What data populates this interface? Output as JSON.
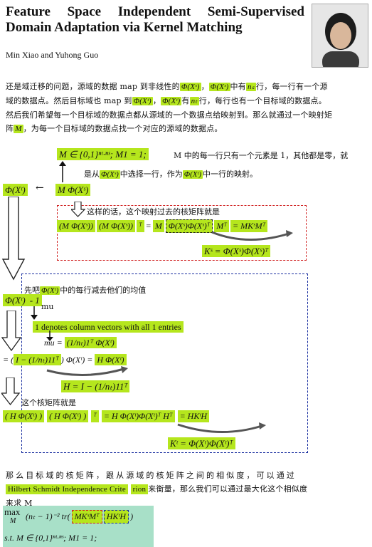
{
  "title_line1": [
    "Feature",
    "Space",
    "Independent",
    "Semi-Supervised"
  ],
  "title_line2": "Domain Adaptation via Kernel Matching",
  "authors": "Min Xiao and Yuhong Guo",
  "intro": {
    "p1": "还是域迁移的问题，源域的数据 map 到非线性的",
    "phi_xs": "Φ(Xˢ)",
    "sep1": "，",
    "p2": "中有",
    "ns": "nₛ",
    "p3": "行，每一行有一个源",
    "p4": "域的数据点。然后目标域也 map 到",
    "phi_xt": "Φ(Xᵗ)",
    "sep2": "，",
    "p5": "有",
    "nt": "nₜ",
    "p6": "行，每行也有一个目标域的数据点。",
    "p7": "然后我们希望每一个目标域的数据点都从源域的一个数据点给映射到。那么就通过一个映射矩",
    "p8": "阵",
    "M": "M",
    "p9": "，为每一个目标域的数据点找一个对应的源域的数据点。"
  },
  "constraint": {
    "eq": "M ∈ {0,1}ⁿᵗ·ⁿˢ; M1 = 1;",
    "desc1": "M 中的每一行只有一个元素是 1，其他都是零，就",
    "desc2a": "是从",
    "phi_xs": "Φ(Xˢ)",
    "desc2b": "中选择一行，作为",
    "phi_xt": "Φ(Xᵗ)",
    "desc2c": "中一行的映射。"
  },
  "mapping": {
    "target": "Φ(Xᵗ)",
    "arrow": "←",
    "m_phi": "M Φ(Xˢ)"
  },
  "kernel_source": {
    "intro": "这样的话，这个映射过去的核矩阵就是",
    "lhs1": "(M Φ(Xˢ))",
    "lhs2": "(M Φ(Xˢ))",
    "T": "ᵀ",
    "eq": "=",
    "m": "M",
    "inner": "Φ(Xˢ)Φ(Xˢ)ᵀ",
    "mT": "Mᵀ",
    "rhs": "= MKˢMᵀ",
    "ks": "Kˢ = Φ(Xˢ)Φ(Xˢ)ᵀ"
  },
  "centering": {
    "intro_a": "先吧",
    "phi_xt": "Φ(Xᵗ)",
    "intro_b": "中的每行减去他们的均值",
    "minus": "Φ(Xᵗ)",
    "minus_b": "- 1",
    "mu": "mu",
    "ones_desc": "1 denotes column vectors with all 1 entries",
    "mu_def": "mu = ",
    "mu_expr": "(1/nₜ)1ᵀ Φ(Xᵗ)",
    "centered_a": "= (",
    "centered_b": "I − (1/nₜ)11ᵀ",
    "centered_c": ") Φ(Xᵗ) = ",
    "centered_d": "H Φ(Xᵗ)",
    "H_def": "H = I − (1/nₜ)11ᵀ"
  },
  "kernel_target": {
    "intro": "这个核矩阵就是",
    "lhs1": "( H Φ(Xᵗ) )",
    "lhs2": "( H Φ(Xᵗ) )",
    "T": "ᵀ",
    "rhs1": "= H Φ(Xᵗ)Φ(Xᵗ)ᵀ Hᵀ",
    "rhs2": "= HKᵗH",
    "kt": "Kᵗ = Φ(Xᵗ)Φ(Xᵗ)ᵀ"
  },
  "conclusion": {
    "line1": "那么目标域的核矩阵，跟从源域的核矩阵之间的相似度，可以通过",
    "hsic": "Hilbert Schmidt Independence Crite",
    "rion": "rion",
    "line2b": "来衡量，那么我们可以通过最大化这个相似度",
    "line3": "来求 M",
    "max": "max",
    "M_sub": "M",
    "obj": "(nₜ − 1)⁻² tr(",
    "mksm": "MKˢMᵀ",
    "hkth": "HKᵗH",
    "close": ")",
    "st": "s.t. M ∈ {0,1}ⁿᵗ·ⁿˢ; M1 = 1;"
  },
  "colors": {
    "highlight": "#b5e61d",
    "red_box": "#d02020",
    "blue_box": "#1a2fa0"
  }
}
